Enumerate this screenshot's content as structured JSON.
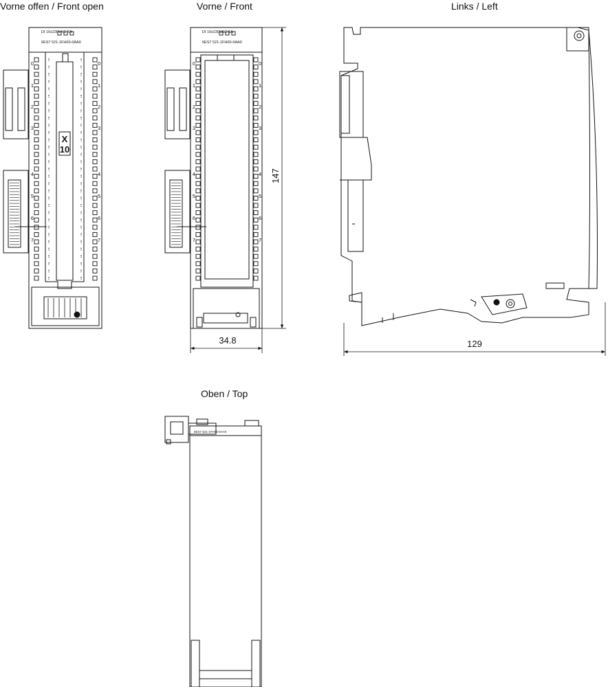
{
  "views": {
    "front_open": {
      "title": "Vorne offen / Front open",
      "connector_label_top": "X",
      "connector_label_bottom": "10"
    },
    "front": {
      "title": "Vorne / Front"
    },
    "left": {
      "title": "Links / Left"
    },
    "top": {
      "title": "Oben / Top"
    }
  },
  "module": {
    "type_label": "DI 16x230VAC BA",
    "order_number": "6ES7 521-1FH00-0AA0"
  },
  "dimensions": {
    "height": "147",
    "width_front": "34.8",
    "depth": "129"
  },
  "pin_labels": [
    "0",
    "1",
    "2",
    "3",
    "4",
    "5",
    "6",
    "7"
  ]
}
